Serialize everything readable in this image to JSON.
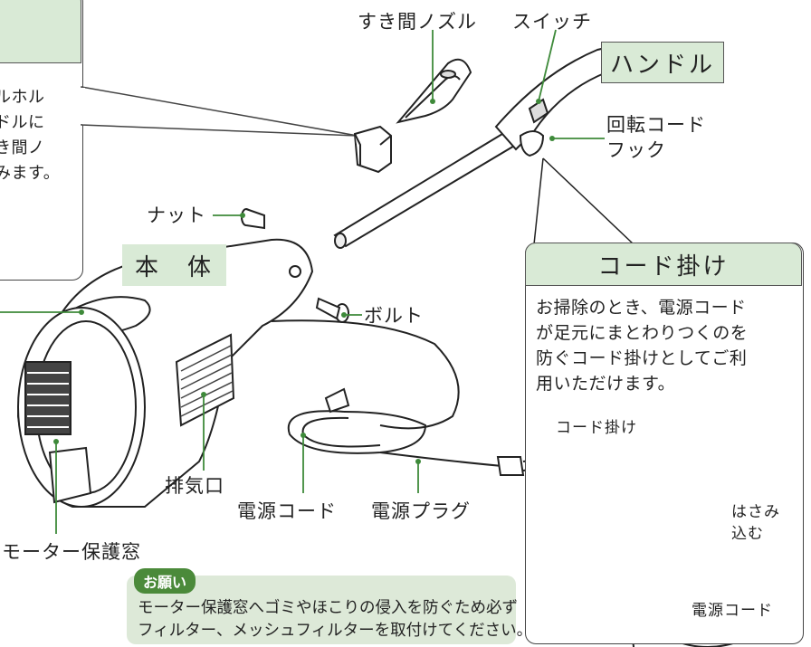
{
  "labels": {
    "gap_nozzle": "すき間ノズル",
    "switch": "スイッチ",
    "handle": "ハンドル",
    "rotating_hook": "回転コード\nフック",
    "nut": "ナット",
    "body": "本　体",
    "bolt": "ボルト",
    "exhaust": "排気口",
    "power_cord": "電源コード",
    "power_plug": "電源プラグ",
    "motor_window": "モーター保護窓"
  },
  "top_left_box": {
    "text": "ルホル\nドルに\nき間ノ\nみます。"
  },
  "cord_hook_box": {
    "title": "コード掛け",
    "text": "お掃除のとき、電源コード\nが足元にまとわりつくのを\n防ぐコード掛けとしてご利\n用いただけます。",
    "inset_labels": {
      "cord_hook": "コード掛け",
      "pinch": "はさみ\n込む",
      "power_cord": "電源コード"
    }
  },
  "request_note": {
    "badge": "お願い",
    "text": "モーター保護窓へゴミやほこりの侵入を防ぐため必ず\nフィルター、メッシュフィルターを取付けてください。"
  },
  "colors": {
    "accent_green": "#d9ead6",
    "badge_green": "#4b8a3a",
    "leader_green": "#3e8a3a",
    "note_bg": "#dde9d8"
  }
}
